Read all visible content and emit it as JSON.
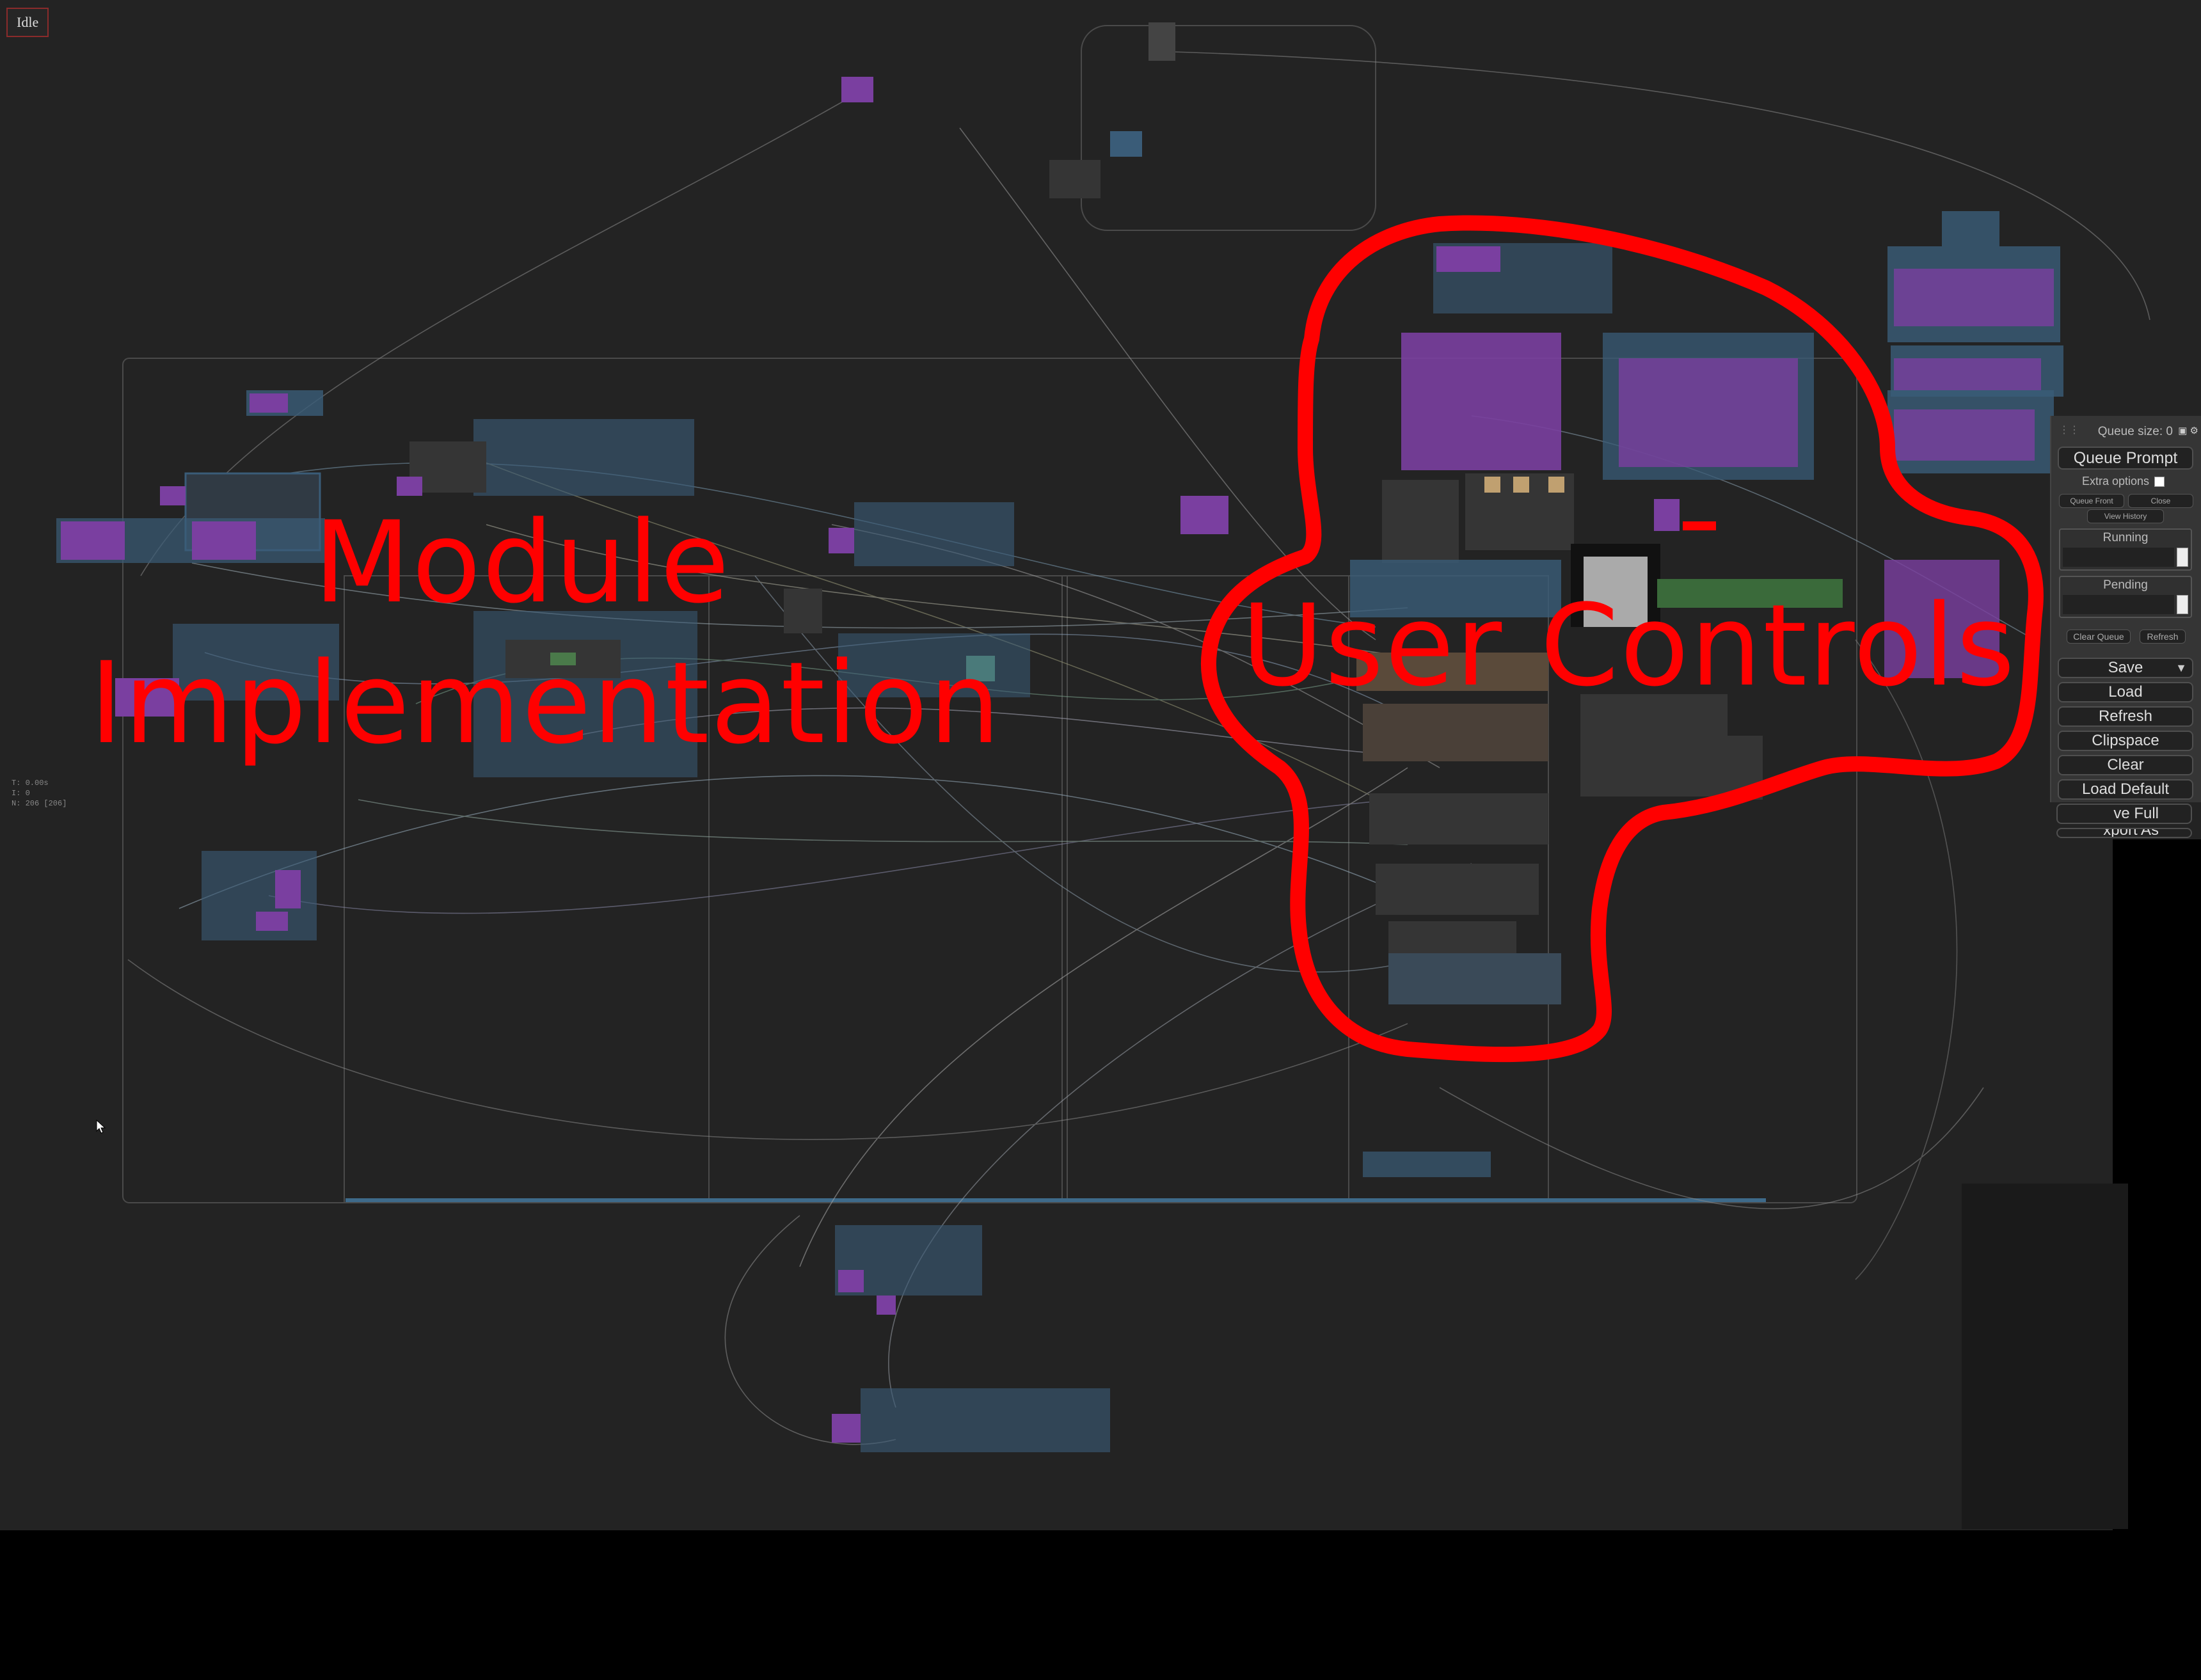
{
  "status": {
    "label": "Idle"
  },
  "stats": {
    "lines": [
      "T: 0.00s",
      "I: 0",
      "N: 206 [206]"
    ]
  },
  "annotations": {
    "module_line1": "Module",
    "module_line2": "Implementation",
    "user_controls": "User Controls",
    "color": "#ff0000"
  },
  "menu": {
    "queue_size_label": "Queue size: 0",
    "queue_prompt": "Queue Prompt",
    "extra_options": "Extra options",
    "queue_front": "Queue Front",
    "close": "Close",
    "view_history": "View History",
    "running": "Running",
    "pending": "Pending",
    "clear_queue": "Clear Queue",
    "refresh_small": "Refresh",
    "save": "Save",
    "load": "Load",
    "refresh": "Refresh",
    "clipspace": "Clipspace",
    "clear": "Clear",
    "load_default": "Load Default",
    "save_full": "ve Full",
    "export_as": "xport As"
  },
  "colors": {
    "canvas_bg": "#232323",
    "node_bg": "#353535",
    "group_blue": "#3a5c78",
    "node_purple": "#7a3fa0",
    "annotation_red": "#ff0000"
  }
}
